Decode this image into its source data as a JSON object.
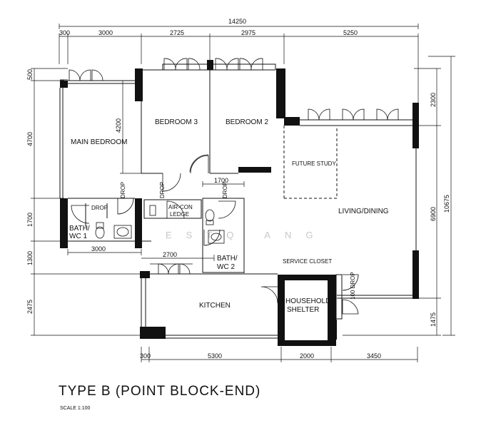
{
  "plan": {
    "title": "TYPE B (POINT BLOCK-END)",
    "scale": "SCALE 1:100",
    "watermark": "ESTQ ANG"
  },
  "dimensions": {
    "top_overall": "14250",
    "top_segments": [
      "300",
      "3000",
      "2725",
      "2975",
      "5250"
    ],
    "bottom_segments": [
      "300",
      "5300",
      "2000",
      "3450"
    ],
    "left_segments": [
      "500",
      "4700",
      "1700",
      "1300",
      "2475"
    ],
    "right_segments": [
      "2300",
      "6900",
      "1475"
    ],
    "right_overall": "10675",
    "inner": {
      "bedroom_depth": "4200",
      "bath_width": "3000",
      "air_con_width": "2700",
      "corridor_width": "1700"
    }
  },
  "rooms": {
    "main_bedroom": "MAIN BEDROOM",
    "bedroom3": "BEDROOM 3",
    "bedroom2": "BEDROOM 2",
    "future_study": "FUTURE STUDY",
    "living_dining": "LIVING/DINING",
    "bath_wc1_line1": "BATH/",
    "bath_wc1_line2": "WC 1",
    "bath_wc2_line1": "BATH/",
    "bath_wc2_line2": "WC 2",
    "aircon_line1": "AIR-CON",
    "aircon_line2": "LEDGE",
    "kitchen": "KITCHEN",
    "service_closet": "SERVICE CLOSET",
    "shelter_line1": "HOUSEHOLD",
    "shelter_line2": "SHELTER"
  },
  "labels": {
    "drop": "DROP",
    "drop_100": "100 DROP"
  }
}
